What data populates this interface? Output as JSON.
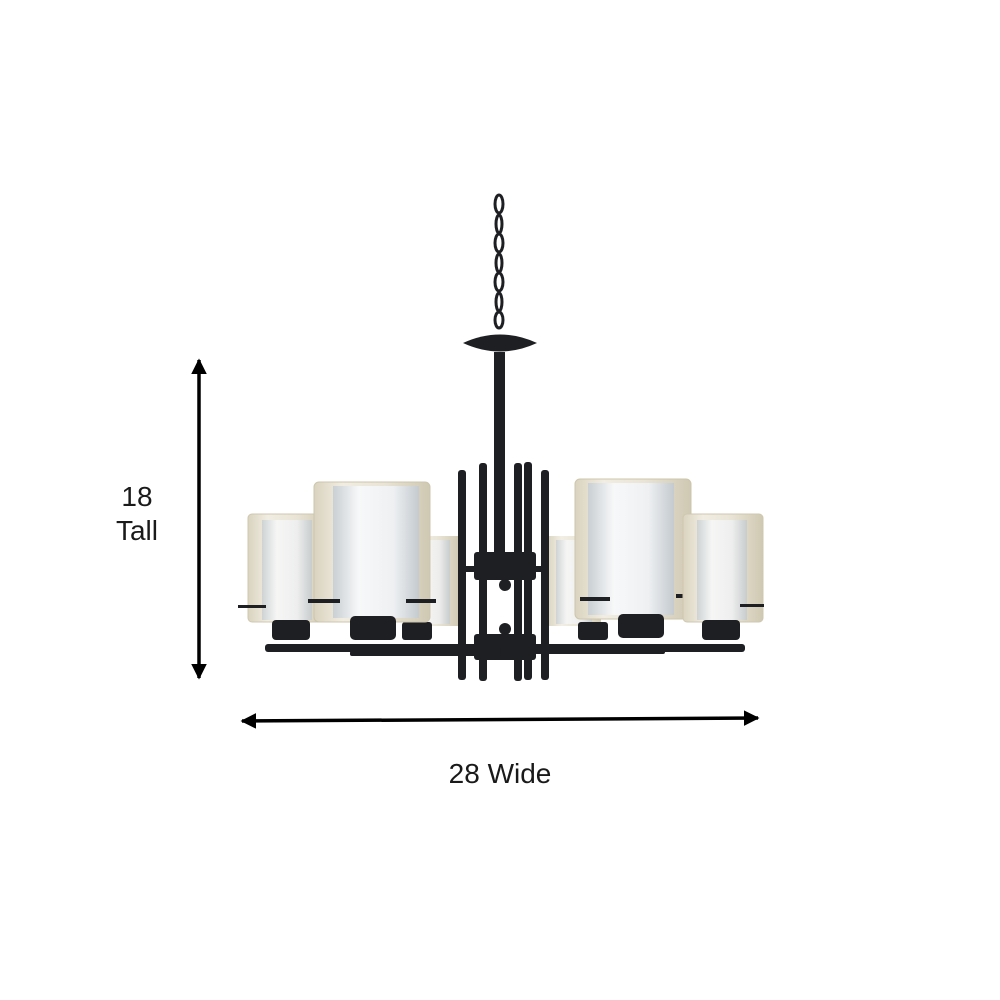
{
  "dimensions": {
    "height_value": "18",
    "height_unit": "Tall",
    "width_text": "28 Wide"
  },
  "colors": {
    "background": "#ffffff",
    "fixture_metal": "#1e1f22",
    "glass_outer": "#e6e1d2",
    "glass_inner": "#f2f4f5",
    "arrow": "#000000"
  },
  "fixture": {
    "kind": "chandelier",
    "shade_count": 6
  }
}
